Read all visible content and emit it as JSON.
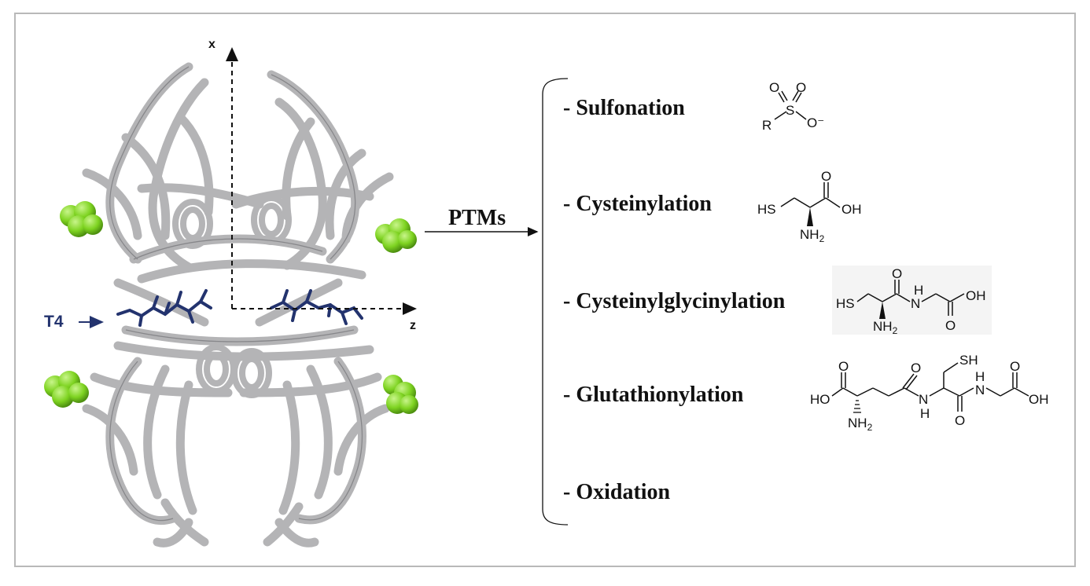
{
  "axes": {
    "x": "x",
    "z": "z"
  },
  "ligand_label": "T4",
  "arrow_label": "PTMs",
  "ptms": [
    {
      "label": "- Sulfonation"
    },
    {
      "label": "- Cysteinylation"
    },
    {
      "label": "- Cysteinylglycinylation"
    },
    {
      "label": "- Glutathionylation"
    },
    {
      "label": "- Oxidation"
    }
  ],
  "chem": {
    "sulfonate": {
      "R": "R",
      "S": "S",
      "O1": "O",
      "O2": "O",
      "O3": "O⁻"
    },
    "cysteine": {
      "HS": "HS",
      "O": "O",
      "OH": "OH",
      "NH": "NH",
      "sub": "2"
    },
    "cysgly": {
      "HS": "HS",
      "O1": "O",
      "N": "N",
      "H": "H",
      "OH": "OH",
      "O2": "O",
      "NH": "NH",
      "sub": "2"
    },
    "gsh": {
      "HO": "HO",
      "O1": "O",
      "NH": "NH",
      "sub": "2",
      "O2": "O",
      "N1": "N",
      "H1": "H",
      "SH": "SH",
      "H2": "H",
      "N2": "N",
      "O3": "O",
      "O4": "O",
      "OH": "OH"
    }
  },
  "colors": {
    "ribbon": "#b4b4b6",
    "ribbon_edge": "#7c7c80",
    "sphere": "#7ed321",
    "ligand": "#23336e",
    "frame": "#b9b9b9"
  }
}
